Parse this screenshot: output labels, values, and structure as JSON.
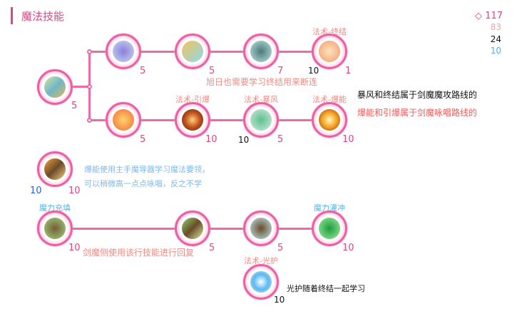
{
  "header": {
    "title": "魔法技能"
  },
  "points": {
    "total_icon": "diamond-icon",
    "total": "117",
    "a": "83",
    "b": "24",
    "c": "10"
  },
  "colors": {
    "accent": "#e0457f",
    "line": "#ec6aa6",
    "note_blue": "#7fb8ee",
    "note_red": "#f05a5a"
  },
  "root": {
    "level": "5"
  },
  "row1": {
    "label_4": "法术-终结",
    "levels": [
      "5",
      "5",
      "7",
      "1"
    ],
    "extra_4": "10",
    "caption": "旭日也需要学习终结用来断连"
  },
  "row2": {
    "labels": [
      "法术-引爆",
      "法术-暴风",
      "法术-爆能"
    ],
    "levels": [
      "5",
      "10",
      "5",
      "10"
    ],
    "extra_3": "10"
  },
  "notes": {
    "attack": "暴风和终结属于剑魔魔攻路线的",
    "chant": "爆能和引爆属于剑魔咏唱路线的"
  },
  "row3": {
    "level_a": "10",
    "level_b": "10",
    "note_1": "爆能使用主手魔导器学习魔法要领，",
    "note_2": "可以稍微高一点点咏唱，反之不学"
  },
  "row4": {
    "label_1": "魔力充填",
    "label_4": "魔力灌冲",
    "levels": [
      "10",
      "5",
      "5",
      "10"
    ],
    "caption": "剑魔侧使用该行技能进行回复"
  },
  "guard": {
    "label": "法术-光护",
    "level": "10",
    "note": "光护随着终结一起学习"
  }
}
